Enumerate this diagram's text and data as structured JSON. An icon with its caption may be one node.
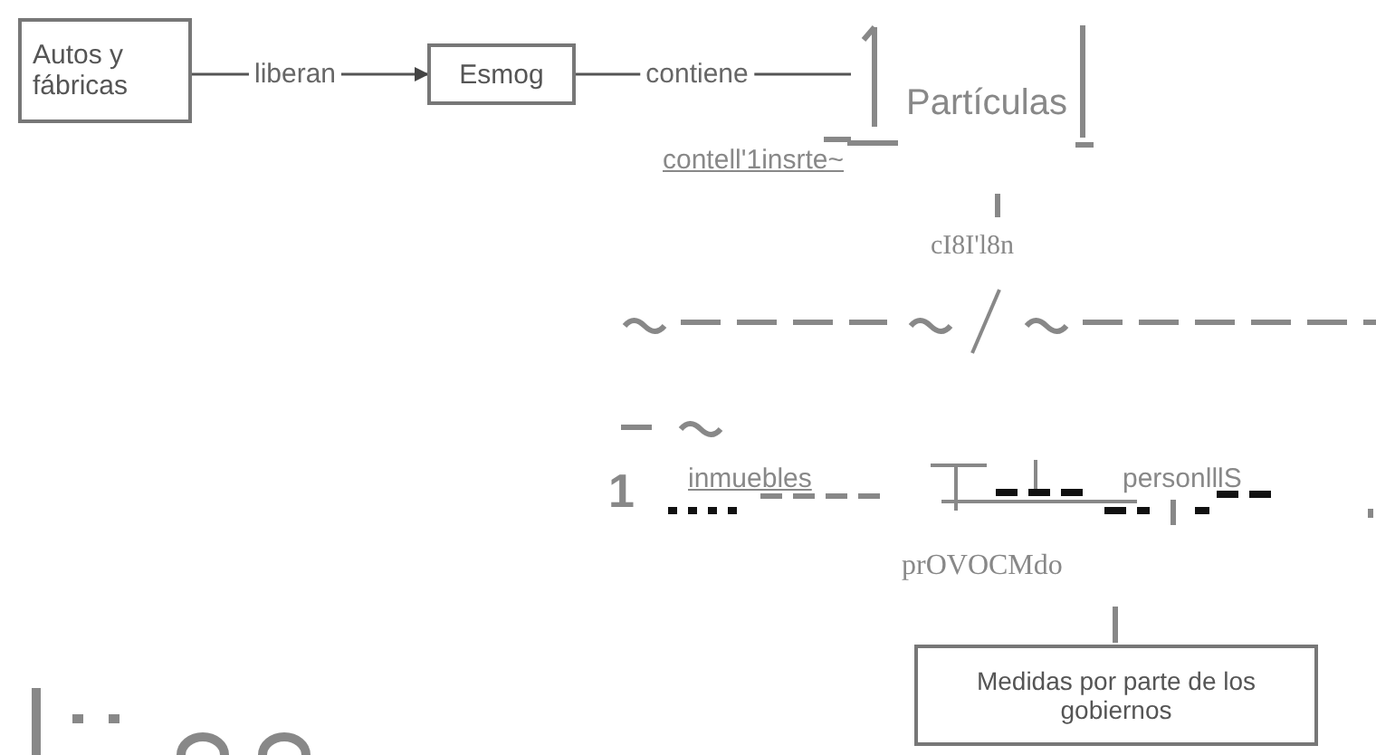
{
  "diagram": {
    "nodes": [
      {
        "text": [
          "Autos y fábricas"
        ]
      },
      {
        "text": [
          "Esmog"
        ]
      },
      {
        "text": [
          "Partículas"
        ]
      },
      {
        "text": [
          "Medidas por parte de los gobiernos"
        ]
      }
    ],
    "edges": [
      {
        "from": 0,
        "to": 1,
        "label": "liberan",
        "arrow": "to"
      },
      {
        "from": 1,
        "to": 2,
        "label": "contiene",
        "arrow": "none"
      }
    ],
    "labels": [
      "contell'1insrte~",
      "cI8I'l8n",
      "1",
      "inmuebles",
      "personlllS",
      "prOVOCMdo"
    ]
  }
}
